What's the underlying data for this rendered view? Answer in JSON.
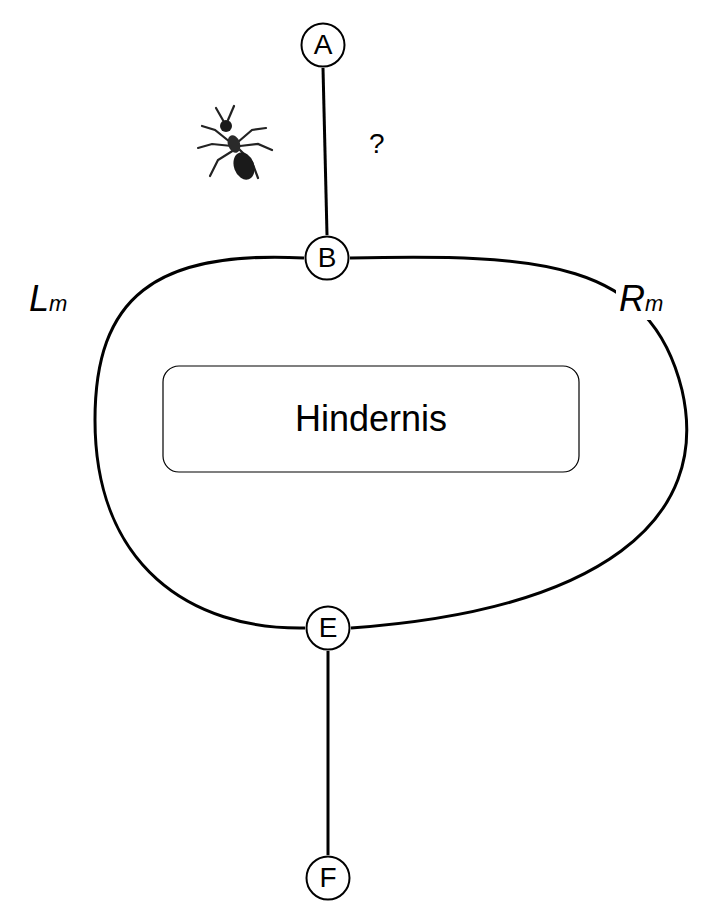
{
  "diagram": {
    "nodes": [
      {
        "text": [
          "A"
        ]
      },
      {
        "text": [
          "B"
        ]
      },
      {
        "text": [
          "Hindernis"
        ]
      },
      {
        "text": [
          "E"
        ]
      },
      {
        "text": [
          "F"
        ]
      }
    ],
    "edges": [
      {
        "from": 0,
        "to": 1,
        "label": "?",
        "arrow": "none"
      },
      {
        "from": 1,
        "to": 3,
        "label": "Lm",
        "arrow": "none"
      },
      {
        "from": 1,
        "to": 3,
        "label": "Rm",
        "arrow": "none"
      },
      {
        "from": 3,
        "to": 4,
        "arrow": "none"
      }
    ]
  }
}
